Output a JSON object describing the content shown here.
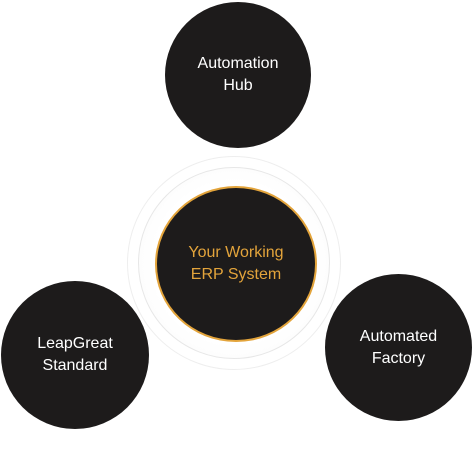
{
  "diagram": {
    "center": {
      "line1": "Your Working",
      "line2": "ERP System"
    },
    "nodes": {
      "top": {
        "line1": "Automation",
        "line2": "Hub"
      },
      "left": {
        "line1": "LeapGreat",
        "line2": "Standard"
      },
      "right": {
        "line1": "Automated",
        "line2": "Factory"
      }
    },
    "colors": {
      "node_fill": "#1d1b1b",
      "node_text": "#ffffff",
      "accent": "#e3a43b",
      "background": "#ffffff"
    }
  }
}
